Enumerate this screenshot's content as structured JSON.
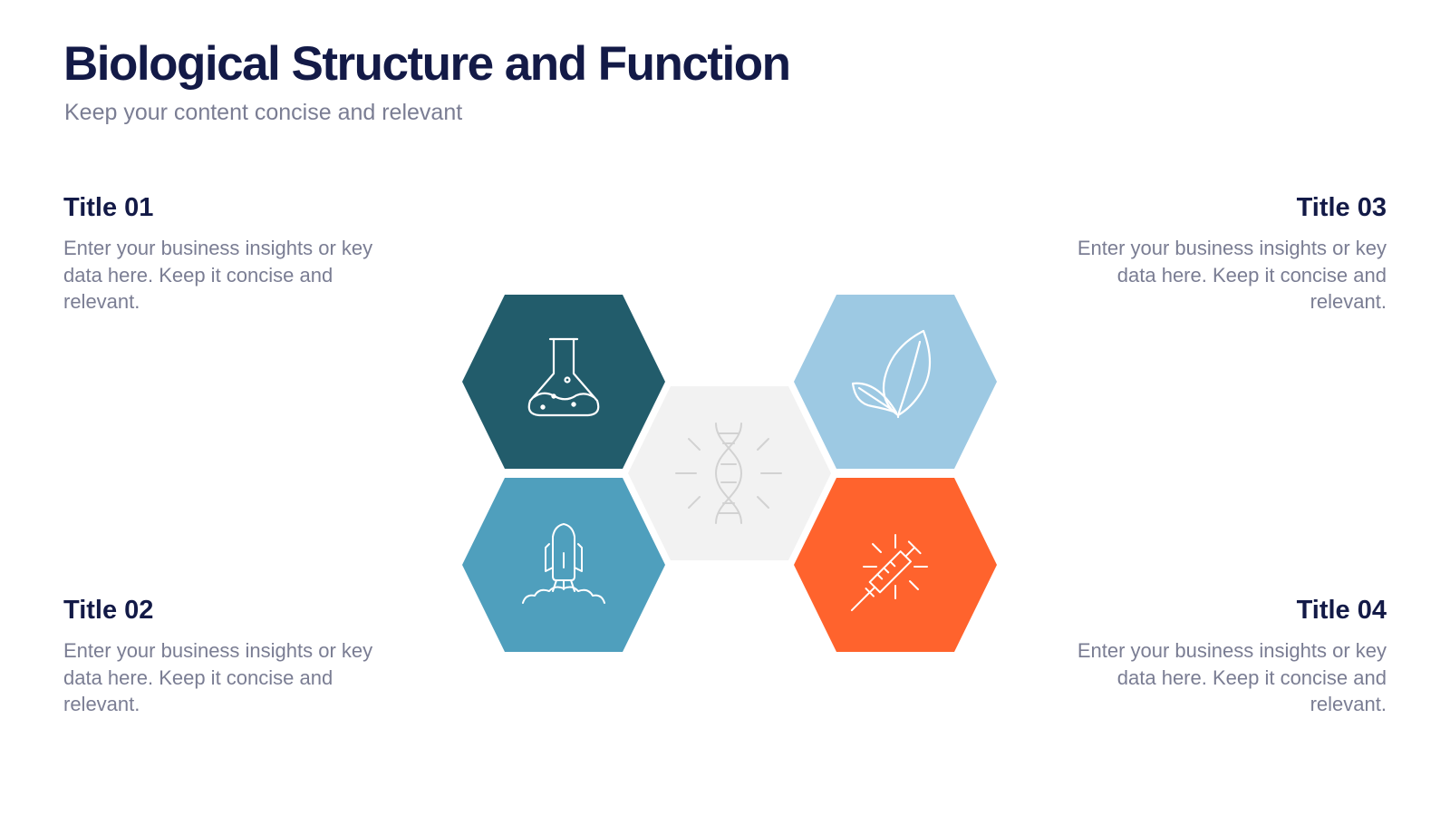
{
  "header": {
    "title": "Biological Structure and Function",
    "subtitle": "Keep your content concise and relevant"
  },
  "cards": [
    {
      "title": "Title 01",
      "text": "Enter your business insights or key data here. Keep it concise and relevant."
    },
    {
      "title": "Title 02",
      "text": "Enter your business insights or key data here. Keep it concise and relevant."
    },
    {
      "title": "Title 03",
      "text": "Enter your business insights or key data here. Keep it concise and relevant."
    },
    {
      "title": "Title 04",
      "text": "Enter your business insights or key data here. Keep it concise and relevant."
    }
  ],
  "hexagons": [
    {
      "icon": "flask-icon",
      "color": "#225c6b"
    },
    {
      "icon": "rocket-icon",
      "color": "#4f9fbd"
    },
    {
      "icon": "dna-icon",
      "color": "#f2f2f2"
    },
    {
      "icon": "leaf-icon",
      "color": "#9dc9e3"
    },
    {
      "icon": "syringe-icon",
      "color": "#ff632d"
    }
  ]
}
